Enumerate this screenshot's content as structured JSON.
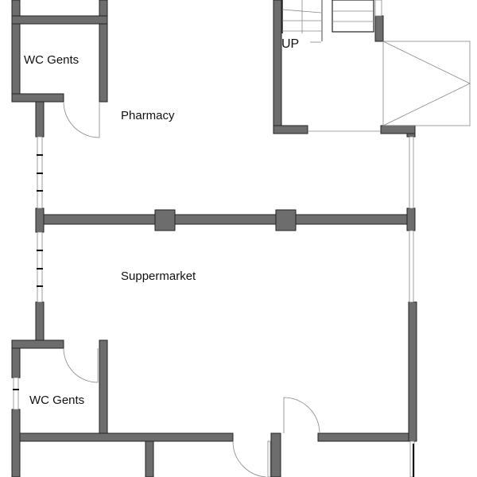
{
  "labels": {
    "wc_top": "WC Gents",
    "pharmacy": "Pharmacy",
    "supermarket": "Suppermarket",
    "wc_bottom": "WC Gents",
    "stairs_up": "UP"
  },
  "colors": {
    "wall": "#6d6d6d",
    "outline": "#222222",
    "background": "#ffffff"
  }
}
